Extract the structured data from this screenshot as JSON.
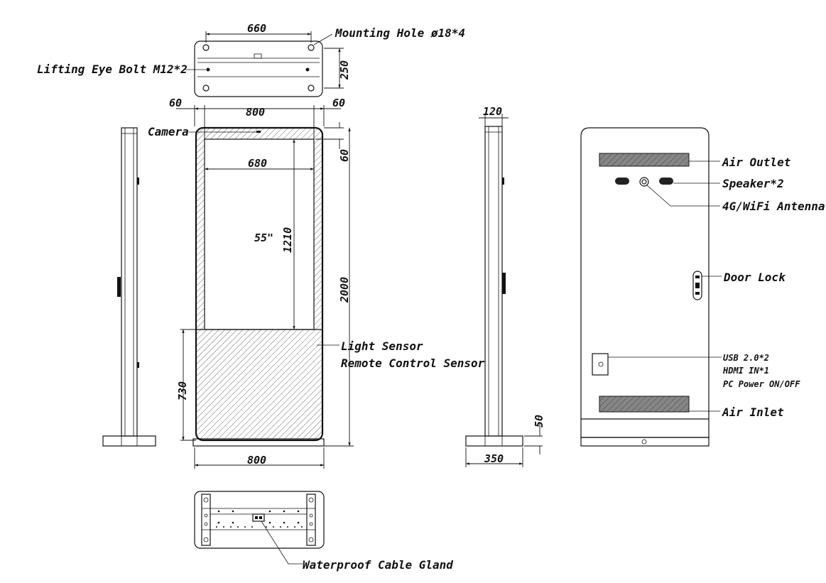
{
  "top_view": {
    "width_dim": "660",
    "depth_dim": "250",
    "mounting_hole_label": "Mounting Hole ø18*4",
    "lifting_bolt_label": "Lifting Eye Bolt M12*2"
  },
  "front_view": {
    "left_margin_dim": "60",
    "top_width_dim": "800",
    "right_margin_dim": "60",
    "camera_label": "Camera",
    "top_bezel_dim": "60",
    "screen_width_dim": "680",
    "screen_height_dim": "1210",
    "screen_size_label": "55\"",
    "total_height_dim": "2000",
    "light_sensor_label": "Light Sensor",
    "remote_sensor_label": "Remote Control Sensor",
    "lower_height_dim": "730",
    "bottom_width_dim": "800"
  },
  "side_view": {
    "depth_dim": "120",
    "base_height_dim": "50",
    "base_depth_dim": "350"
  },
  "back_view": {
    "air_outlet_label": "Air Outlet",
    "speaker_label": "Speaker*2",
    "antenna_label": "4G/WiFi Antenna",
    "door_lock_label": "Door Lock",
    "usb_label": "USB 2.0*2",
    "hdmi_label": "HDMI IN*1",
    "pc_power_label": "PC Power ON/OFF",
    "air_inlet_label": "Air Inlet"
  },
  "bottom_view": {
    "cable_gland_label": "Waterproof Cable Gland"
  }
}
